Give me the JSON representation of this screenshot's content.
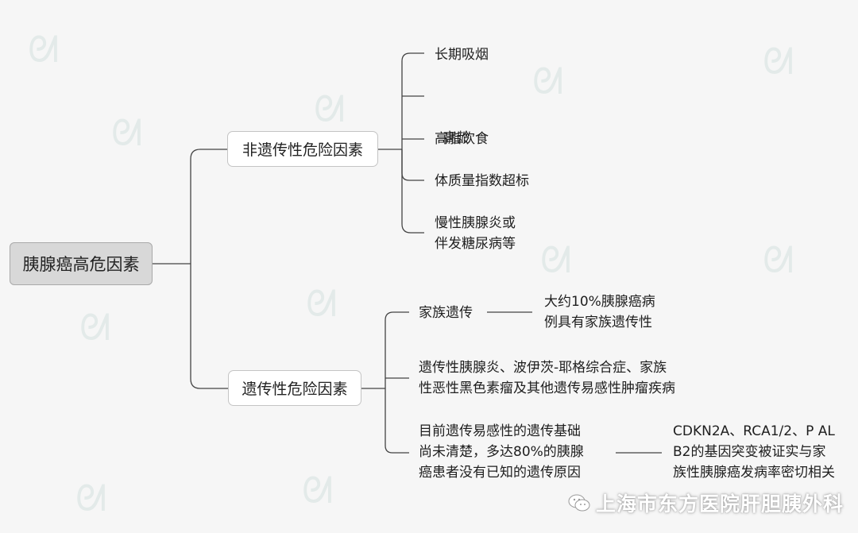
{
  "root": {
    "label": "胰腺癌高危因素"
  },
  "non_genetic": {
    "label": "非遗传性危险因素",
    "items": [
      {
        "lines": [
          "长期吸烟"
        ]
      },
      {
        "lines": [
          "  高龄"
        ]
      },
      {
        "lines": [
          "高脂饮食"
        ]
      },
      {
        "lines": [
          "体质量指数超标"
        ]
      },
      {
        "lines": [
          "慢性胰腺炎或",
          "伴发糖尿病等"
        ]
      }
    ]
  },
  "genetic": {
    "label": "遗传性危险因素",
    "family": {
      "label": "家族遗传",
      "detail": [
        "大约10%胰腺癌病",
        "例具有家族遗传性"
      ]
    },
    "syndromes": [
      "遗传性胰腺炎、波伊茨-耶格综合症、家族",
      "性恶性黑色素瘤及其他遗传易感性肿瘤疾病"
    ],
    "basis": {
      "lines": [
        "目前遗传易感性的遗传基础",
        "尚未清楚，多达80%的胰腺",
        "癌患者没有已知的遗传原因"
      ],
      "detail": [
        "CDKN2A、RCA1/2、P AL",
        "B2的基因突变被证实与家",
        "族性胰腺癌发病率密切相关"
      ]
    }
  },
  "watermark": {
    "text": "上海市东方医院肝胆胰外科",
    "icon": "wechat-icon"
  }
}
